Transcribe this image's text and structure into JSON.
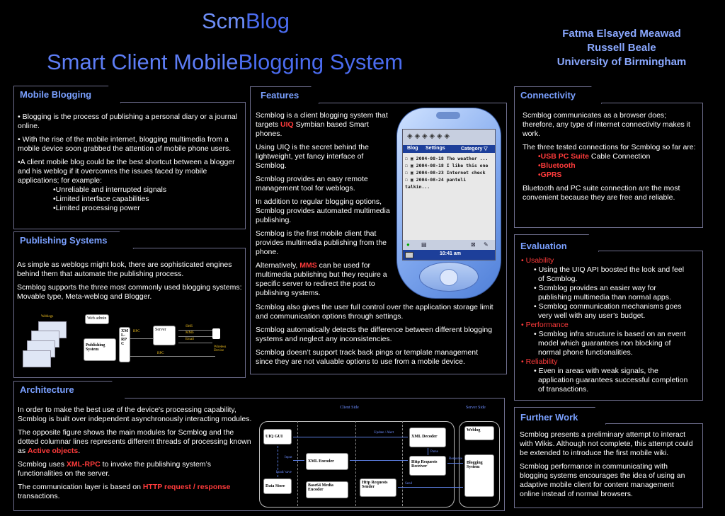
{
  "header": {
    "title_part1": "Scm",
    "title_part2": "Blog",
    "subtitle_part1": "Smart Client Mobile",
    "subtitle_part2": "Blogging System",
    "author1": "Fatma Elsayed Meawad",
    "author2": "Russell Beale",
    "affiliation": "University of Birmingham"
  },
  "mobile_blogging": {
    "title": "Mobile Blogging",
    "p1": "• Blogging is the process of publishing a personal diary or a journal online.",
    "p2": "• With the rise of the mobile internet, blogging multimedia from a mobile device soon grabbed the attention of mobile phone users.",
    "p3": "•A client mobile blog could be the best shortcut between a blogger and his weblog if it overcomes the issues faced by mobile applications; for example:",
    "items": [
      "•Unreliable and interrupted signals",
      "•Limited interface capabilities",
      "•Limited processing power"
    ]
  },
  "publishing": {
    "title": "Publishing Systems",
    "p1": "As simple as weblogs might look, there are  sophisticated engines behind them that automate the publishing process.",
    "p2": "Scmblog supports the three most commonly used blogging systems: Movable type, Meta-weblog and Blogger.",
    "diagram": {
      "weblogs": "Weblogs",
      "web_admin": "Web admin",
      "publishing_system": "Publishing System",
      "xmlrpc": "XM L- RP C",
      "rpc1": "RPC",
      "server": "Server",
      "sms": "SMS",
      "mms": "MMS",
      "email": "Email",
      "wireless": "Wireless Device",
      "rpc2": "RPC"
    }
  },
  "features": {
    "title": "Features",
    "p1a": "Scmblog is a client blogging system that targets ",
    "p1b": "UIQ",
    "p1c": " Symbian based Smart phones.",
    "p2": "Using UIQ is the secret behind the lightweight, yet fancy interface of Scmblog.",
    "p3": "Scmblog provides an easy remote management tool for weblogs.",
    "p4": "In addition to regular blogging options, Scmblog provides automated multimedia publishing.",
    "p5": "Scmblog is the first mobile client that provides multimedia publishing from the phone.",
    "p6a": "Alternatively, ",
    "p6b": "MMS",
    "p6c": " can be used for multimedia publishing but they require a specific server to redirect the post to publishing systems.",
    "p7": "Scmblog also gives the user full control over the application storage limit and communication options through settings.",
    "p8": "Scmblog automatically detects the difference between different blogging systems and neglect any inconsistencies.",
    "p9": "Scmblog doesn’t support track back pings or template management since they are not valuable options to use from a mobile device.",
    "phone": {
      "menu_blog": "Blog",
      "menu_settings": "Settings",
      "menu_category": "Category ▽",
      "rows": [
        {
          "date": "2004-08-18",
          "text": "The weather ..."
        },
        {
          "date": "2004-08-18",
          "text": "I like this one"
        },
        {
          "date": "2004-08-23",
          "text": "Internet check"
        },
        {
          "date": "2004-08-24",
          "text": "panteli talkin..."
        }
      ],
      "time": "10:41 am"
    }
  },
  "connectivity": {
    "title": "Connectivity",
    "p1": "Scmblog communicates as a browser does; therefore, any type of internet connectivity makes it work.",
    "p2": "The three tested connections for Scmblog so far are:",
    "c1a": "•USB PC Suite",
    "c1b": " Cable Connection",
    "c2": "•Bluetooth",
    "c3": "•GPRS",
    "p3": "Bluetooth and PC suite connection are the most convenient because they are free and reliable."
  },
  "evaluation": {
    "title": "Evaluation",
    "usability": "• Usability",
    "u1": "• Using the UIQ API boosted the look and feel of Scmblog.",
    "u2": "• Scmblog provides an easier  way for publishing multimedia than normal apps.",
    "u3": "• Scmblog communication mechanisms goes very well with any user’s  budget.",
    "performance": "• Performance",
    "p1": "• Scmblog infra structure is based on an event model which guarantees non blocking of normal phone functionalities.",
    "reliability": "• Reliability",
    "r1": "• Even in areas with weak signals, the application guarantees successful completion of transactions."
  },
  "architecture": {
    "title": "Architecture",
    "p1": "In order to make the best use of the device's  processing capability, Scmblog is built over independent asynchronously interacting modules.",
    "p2a": "The opposite figure shows the main modules for Scmblog and the dotted columnar lines represents different threads of processing known as ",
    "p2b": "Active objects",
    "p2c": ".",
    "p3a": "Scmblog uses ",
    "p3b": "XML-RPC",
    "p3c": " to invoke the publishing system’s functionalities on the server.",
    "p4a": "The communication layer is based on ",
    "p4b": "HTTP request / response",
    "p4c": " transactions.",
    "diagram": {
      "client_side": "Client Side",
      "server_side": "Server Side",
      "uiq_gui": "UIQ GUI",
      "xml_encoder": "XML Encoder",
      "xml_decoder": "XML Decoder",
      "http_receiver": "Http Requests Receiver",
      "data_store": "Data Store",
      "base64": "Base64 Media Encoder",
      "http_sender": "Http Requests Sender",
      "weblog": "Weblog",
      "blogging_system": "Blogging System",
      "update_alert": "Update / Alert",
      "input": "Input",
      "load_save": "Load/ save",
      "parse": "Parse",
      "response": "Response",
      "send": "Send"
    }
  },
  "further_work": {
    "title": "Further Work",
    "p1": "Scmblog presents a preliminary attempt to interact with Wikis. Although not complete, this attempt could be extended to introduce the first mobile wiki.",
    "p2": "Scmblog performance in communicating with blogging systems encourages the idea of using an adaptive mobile client for content management online instead of normal browsers."
  }
}
